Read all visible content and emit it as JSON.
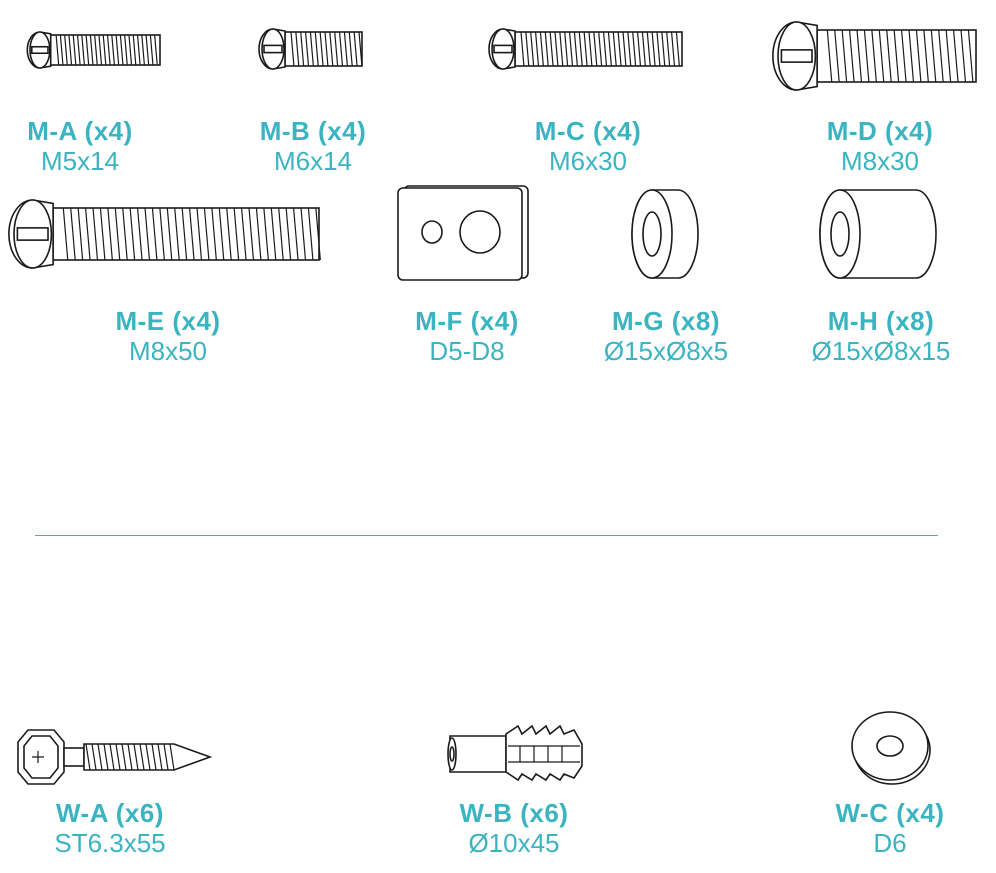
{
  "colors": {
    "accent": "#3bb4c1",
    "line": "#1a1a1a"
  },
  "parts_top": [
    {
      "code": "M-A (x4)",
      "spec": "M5x14",
      "icon": "pan-head-bolt-icon"
    },
    {
      "code": "M-B (x4)",
      "spec": "M6x14",
      "icon": "pan-head-bolt-icon"
    },
    {
      "code": "M-C (x4)",
      "spec": "M6x30",
      "icon": "pan-head-bolt-icon"
    },
    {
      "code": "M-D (x4)",
      "spec": "M8x30",
      "icon": "pan-head-bolt-icon"
    },
    {
      "code": "M-E (x4)",
      "spec": "M8x50",
      "icon": "pan-head-bolt-icon"
    },
    {
      "code": "M-F (x4)",
      "spec": "D5-D8",
      "icon": "washer-plate-icon"
    },
    {
      "code": "M-G (x8)",
      "spec": "Ø15xØ8x5",
      "icon": "spacer-ring-icon"
    },
    {
      "code": "M-H (x8)",
      "spec": "Ø15xØ8x15",
      "icon": "spacer-tube-icon"
    }
  ],
  "parts_bottom": [
    {
      "code": "W-A (x6)",
      "spec": "ST6.3x55",
      "icon": "lag-screw-icon"
    },
    {
      "code": "W-B (x6)",
      "spec": "Ø10x45",
      "icon": "wall-anchor-icon"
    },
    {
      "code": "W-C (x4)",
      "spec": "D6",
      "icon": "flat-washer-icon"
    }
  ]
}
